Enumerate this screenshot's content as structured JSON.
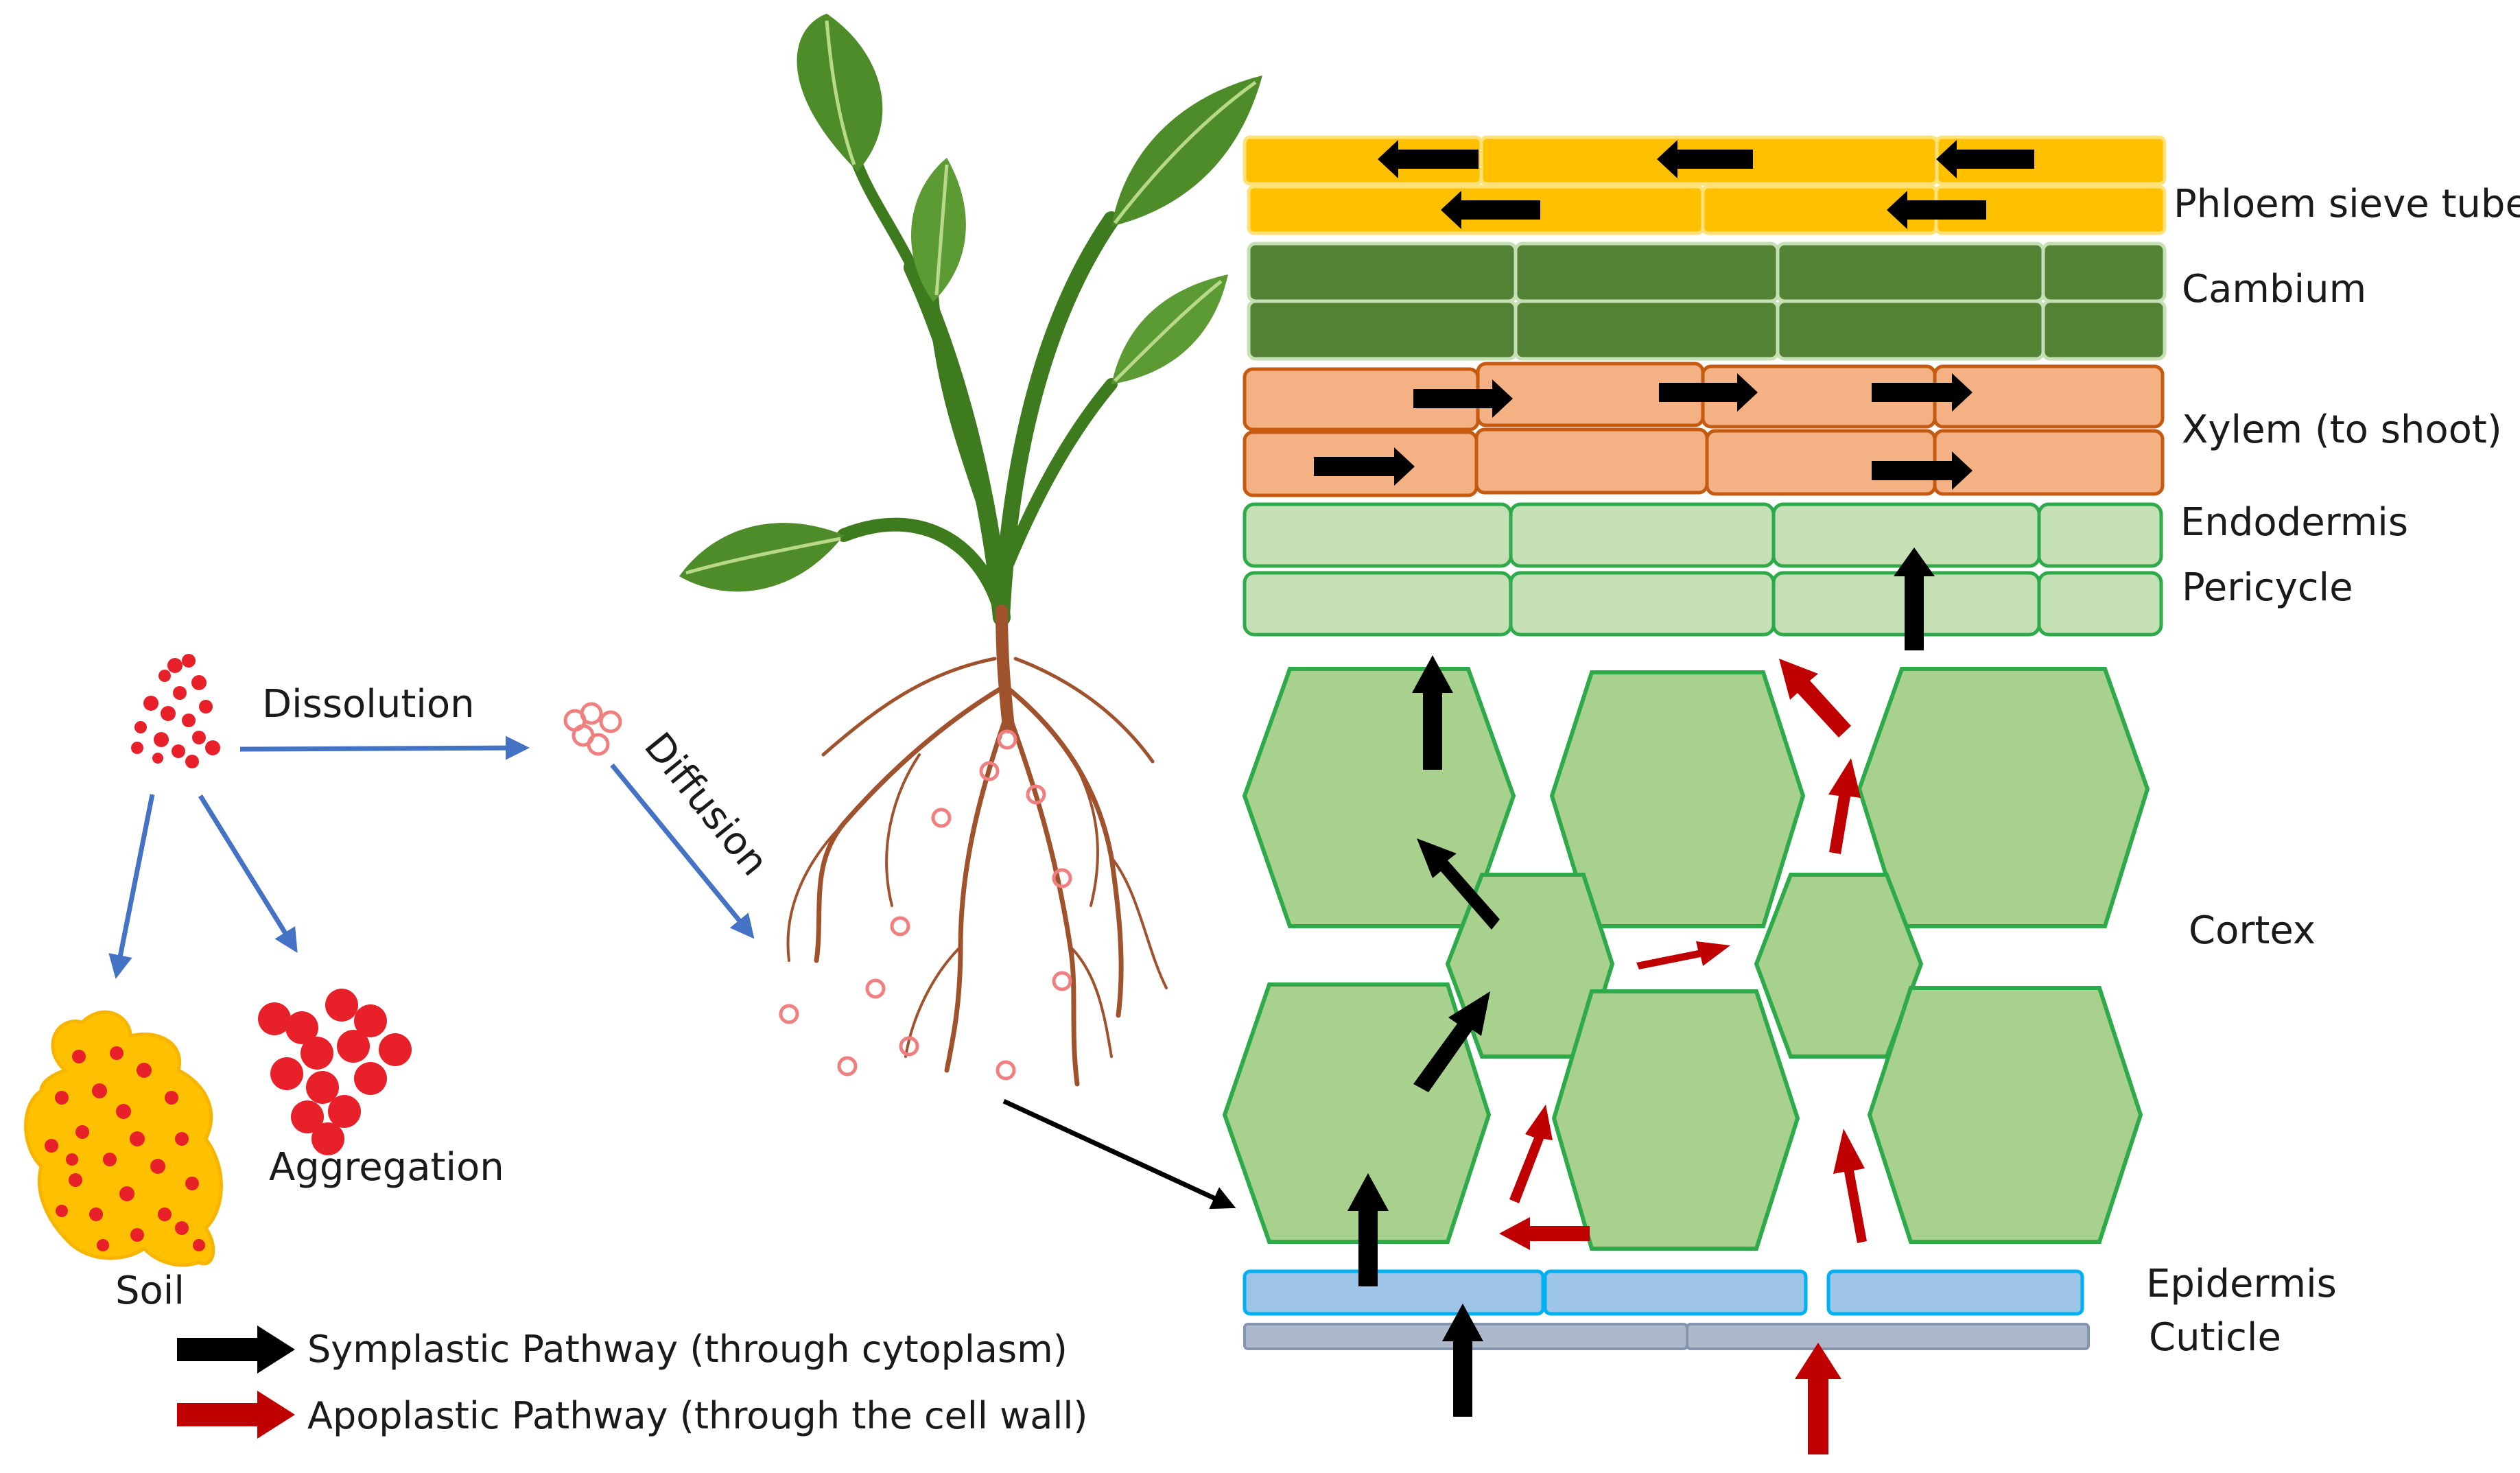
{
  "labels": {
    "dissolution": "Dissolution",
    "diffusion": "Diffusion",
    "soil": "Soil",
    "aggregation": "Aggregation"
  },
  "layers": {
    "phloem": "Phloem sieve tube",
    "cambium": "Cambium",
    "xylem": "Xylem (to shoot)",
    "endodermis": "Endodermis",
    "pericycle": "Pericycle",
    "cortex": "Cortex",
    "epidermis": "Epidermis",
    "cuticle": "Cuticle"
  },
  "legend": {
    "symplastic": "Symplastic Pathway (through cytoplasm)",
    "apoplastic": "Apoplastic Pathway (through the cell wall)"
  },
  "colors": {
    "phloem": "#FFC000",
    "cambium": "#548235",
    "xylem": "#F4B183",
    "endodermis": "#C5E0B4",
    "cortex": "#A9D18E",
    "cortex_stroke": "#2EAA4A",
    "epidermis": "#9DC3E6",
    "cuticle": "#ADB9CA",
    "symplastic_arrow": "#000000",
    "apoplastic_arrow": "#C00000",
    "process_arrow": "#4472C4",
    "nanoparticle": "#E8202A",
    "root": "#A0522D",
    "leaf": "#4E8C2A",
    "stem": "#3E7A1E"
  }
}
